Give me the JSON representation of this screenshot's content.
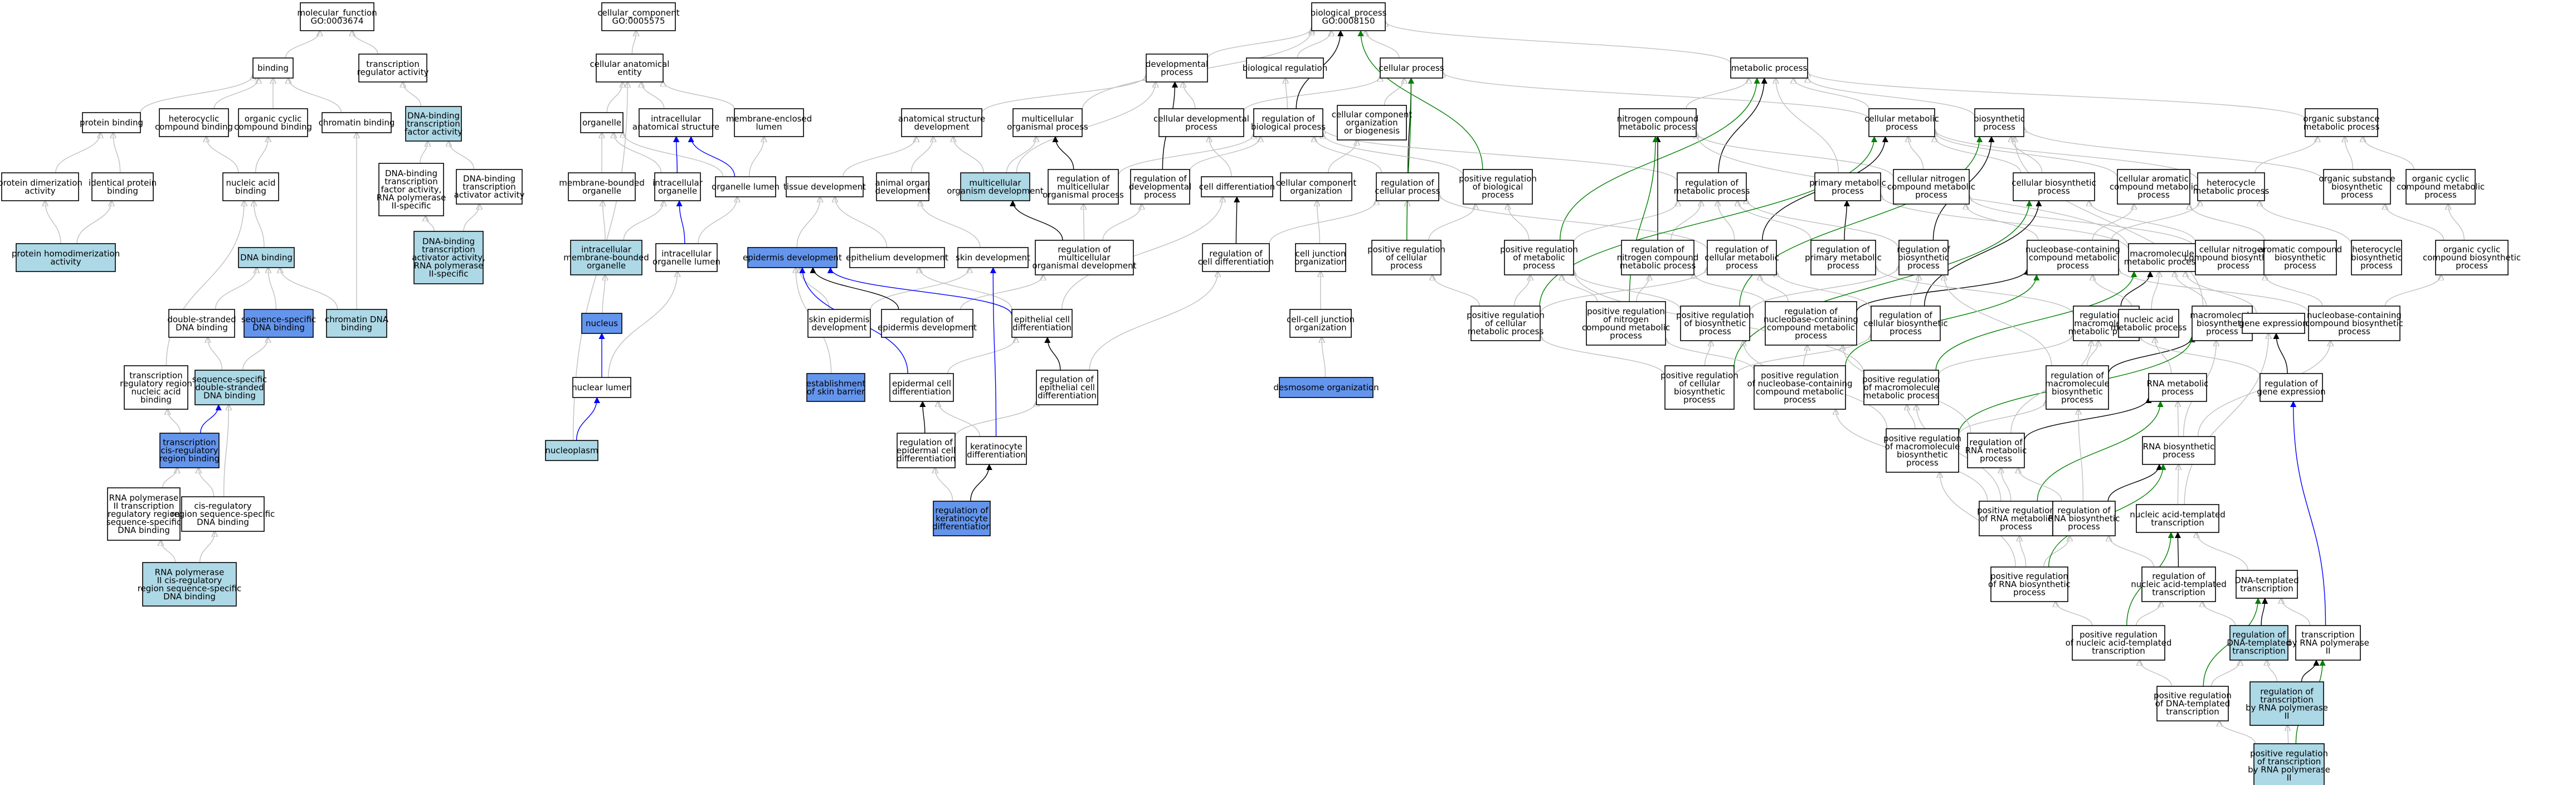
{
  "colors": {
    "plain": "#ffffff",
    "light": "#add8e6",
    "dark": "#6495ed",
    "edge_is_a": "#c0c0c0",
    "edge_part_of": "#000000",
    "edge_regulates": "#000000",
    "edge_positive": "#008000",
    "edge_blue": "#0000ff"
  },
  "nodes": [
    {
      "id": "mf",
      "lines": [
        "molecular_function",
        "GO:0003674"
      ],
      "color": "plain"
    },
    {
      "id": "bind",
      "lines": [
        "binding"
      ],
      "color": "plain"
    },
    {
      "id": "trac",
      "lines": [
        "transcription",
        "regulator activity"
      ],
      "color": "plain"
    },
    {
      "id": "prob",
      "lines": [
        "protein binding"
      ],
      "color": "plain"
    },
    {
      "id": "hetcb",
      "lines": [
        "heterocyclic",
        "compound binding"
      ],
      "color": "plain"
    },
    {
      "id": "occb",
      "lines": [
        "organic cyclic",
        "compound binding"
      ],
      "color": "plain"
    },
    {
      "id": "chrb",
      "lines": [
        "chromatin binding"
      ],
      "color": "plain"
    },
    {
      "id": "dbtf",
      "lines": [
        "DNA-binding",
        "transcription",
        "factor activity"
      ],
      "color": "light"
    },
    {
      "id": "pdim",
      "lines": [
        "protein dimerization",
        "activity"
      ],
      "color": "plain"
    },
    {
      "id": "idpb",
      "lines": [
        "identical protein",
        "binding"
      ],
      "color": "plain"
    },
    {
      "id": "nab",
      "lines": [
        "nucleic acid",
        "binding"
      ],
      "color": "plain"
    },
    {
      "id": "dbtf2",
      "lines": [
        "DNA-binding",
        "transcription",
        "factor activity,",
        "RNA polymerase",
        "II-specific"
      ],
      "color": "plain"
    },
    {
      "id": "dbtaa",
      "lines": [
        "DNA-binding",
        "transcription",
        "activator activity"
      ],
      "color": "plain"
    },
    {
      "id": "phom",
      "lines": [
        "protein homodimerization",
        "activity"
      ],
      "color": "light"
    },
    {
      "id": "dnab",
      "lines": [
        "DNA binding"
      ],
      "color": "light"
    },
    {
      "id": "ssdb",
      "lines": [
        "sequence-specific",
        "DNA binding"
      ],
      "color": "dark"
    },
    {
      "id": "chdb",
      "lines": [
        "chromatin DNA",
        "binding"
      ],
      "color": "light"
    },
    {
      "id": "dbtaa2",
      "lines": [
        "DNA-binding",
        "transcription",
        "activator activity,",
        "RNA polymerase",
        "II-specific"
      ],
      "color": "light"
    },
    {
      "id": "dsdb",
      "lines": [
        "double-stranded",
        "DNA binding"
      ],
      "color": "plain"
    },
    {
      "id": "ssdsdb",
      "lines": [
        "sequence-specific",
        "double-stranded",
        "DNA binding"
      ],
      "color": "light"
    },
    {
      "id": "trrnab",
      "lines": [
        "transcription",
        "regulatory region",
        "nucleic acid",
        "binding"
      ],
      "color": "plain"
    },
    {
      "id": "tcrrb",
      "lines": [
        "transcription",
        "cis-regulatory",
        "region binding"
      ],
      "color": "dark"
    },
    {
      "id": "rp2tr",
      "lines": [
        "RNA polymerase",
        "II transcription",
        "regulatory region",
        "sequence-specific",
        "DNA binding"
      ],
      "color": "plain"
    },
    {
      "id": "crrss",
      "lines": [
        "cis-regulatory",
        "region sequence-specific",
        "DNA binding"
      ],
      "color": "plain"
    },
    {
      "id": "rp2cis",
      "lines": [
        "RNA polymerase",
        "II cis-regulatory",
        "region sequence-specific",
        "DNA binding"
      ],
      "color": "light"
    },
    {
      "id": "cc",
      "lines": [
        "cellular_component",
        "GO:0005575"
      ],
      "color": "plain"
    },
    {
      "id": "cae",
      "lines": [
        "cellular anatomical",
        "entity"
      ],
      "color": "plain"
    },
    {
      "id": "org",
      "lines": [
        "organelle"
      ],
      "color": "plain"
    },
    {
      "id": "ias",
      "lines": [
        "intracellular",
        "anatomical structure"
      ],
      "color": "plain"
    },
    {
      "id": "mel",
      "lines": [
        "membrane-enclosed",
        "lumen"
      ],
      "color": "plain"
    },
    {
      "id": "mbo",
      "lines": [
        "membrane-bounded",
        "organelle"
      ],
      "color": "plain"
    },
    {
      "id": "io",
      "lines": [
        "intracellular",
        "organelle"
      ],
      "color": "plain"
    },
    {
      "id": "ol",
      "lines": [
        "organelle lumen"
      ],
      "color": "plain"
    },
    {
      "id": "imbo",
      "lines": [
        "intracellular",
        "membrane-bounded",
        "organelle"
      ],
      "color": "light"
    },
    {
      "id": "iol",
      "lines": [
        "intracellular",
        "organelle lumen"
      ],
      "color": "plain"
    },
    {
      "id": "nuc",
      "lines": [
        "nucleus"
      ],
      "color": "dark"
    },
    {
      "id": "nl",
      "lines": [
        "nuclear lumen"
      ],
      "color": "plain"
    },
    {
      "id": "np",
      "lines": [
        "nucleoplasm"
      ],
      "color": "light"
    },
    {
      "id": "bp",
      "lines": [
        "biological_process",
        "GO:0008150"
      ],
      "color": "plain"
    },
    {
      "id": "devp",
      "lines": [
        "developmental",
        "process"
      ],
      "color": "plain"
    },
    {
      "id": "breg",
      "lines": [
        "biological regulation"
      ],
      "color": "plain"
    },
    {
      "id": "cellp",
      "lines": [
        "cellular process"
      ],
      "color": "plain"
    },
    {
      "id": "metp",
      "lines": [
        "metabolic process"
      ],
      "color": "plain"
    },
    {
      "id": "asd",
      "lines": [
        "anatomical structure",
        "development"
      ],
      "color": "plain"
    },
    {
      "id": "mop",
      "lines": [
        "multicellular",
        "organismal process"
      ],
      "color": "plain"
    },
    {
      "id": "cdp",
      "lines": [
        "cellular developmental",
        "process"
      ],
      "color": "plain"
    },
    {
      "id": "rbp",
      "lines": [
        "regulation of",
        "biological process"
      ],
      "color": "plain"
    },
    {
      "id": "ccob",
      "lines": [
        "cellular component",
        "organization",
        "or biogenesis"
      ],
      "color": "plain"
    },
    {
      "id": "ncmp",
      "lines": [
        "nitrogen compound",
        "metabolic process"
      ],
      "color": "plain"
    },
    {
      "id": "cmp",
      "lines": [
        "cellular metabolic",
        "process"
      ],
      "color": "plain"
    },
    {
      "id": "biop",
      "lines": [
        "biosynthetic",
        "process"
      ],
      "color": "plain"
    },
    {
      "id": "osmp",
      "lines": [
        "organic substance",
        "metabolic process"
      ],
      "color": "plain"
    },
    {
      "id": "td",
      "lines": [
        "tissue development"
      ],
      "color": "plain"
    },
    {
      "id": "aod",
      "lines": [
        "animal organ",
        "development"
      ],
      "color": "plain"
    },
    {
      "id": "mod",
      "lines": [
        "multicellular",
        "organism development"
      ],
      "color": "light"
    },
    {
      "id": "rmop",
      "lines": [
        "regulation of",
        "multicellular",
        "organismal process"
      ],
      "color": "plain"
    },
    {
      "id": "rdp",
      "lines": [
        "regulation of",
        "developmental",
        "process"
      ],
      "color": "plain"
    },
    {
      "id": "cdiff",
      "lines": [
        "cell differentiation"
      ],
      "color": "plain"
    },
    {
      "id": "cco",
      "lines": [
        "cellular component",
        "organization"
      ],
      "color": "plain"
    },
    {
      "id": "rcp",
      "lines": [
        "regulation of",
        "cellular process"
      ],
      "color": "plain"
    },
    {
      "id": "prbp",
      "lines": [
        "positive regulation",
        "of biological",
        "process"
      ],
      "color": "plain"
    },
    {
      "id": "rmp",
      "lines": [
        "regulation of",
        "metabolic process"
      ],
      "color": "plain"
    },
    {
      "id": "pmp",
      "lines": [
        "primary metabolic",
        "process"
      ],
      "color": "plain"
    },
    {
      "id": "cncmp",
      "lines": [
        "cellular nitrogen",
        "compound metabolic",
        "process"
      ],
      "color": "plain"
    },
    {
      "id": "cbp",
      "lines": [
        "cellular biosynthetic",
        "process"
      ],
      "color": "plain"
    },
    {
      "id": "cacmp",
      "lines": [
        "cellular aromatic",
        "compound metabolic",
        "process"
      ],
      "color": "plain"
    },
    {
      "id": "hmp",
      "lines": [
        "heterocycle",
        "metabolic process"
      ],
      "color": "plain"
    },
    {
      "id": "osbp",
      "lines": [
        "organic substance",
        "biosynthetic",
        "process"
      ],
      "color": "plain"
    },
    {
      "id": "occmp",
      "lines": [
        "organic cyclic",
        "compound metabolic",
        "process"
      ],
      "color": "plain"
    },
    {
      "id": "ed",
      "lines": [
        "epidermis development"
      ],
      "color": "dark"
    },
    {
      "id": "epd",
      "lines": [
        "epithelium development"
      ],
      "color": "plain"
    },
    {
      "id": "skd",
      "lines": [
        "skin development"
      ],
      "color": "plain"
    },
    {
      "id": "rmod",
      "lines": [
        "regulation of",
        "multicellular",
        "organismal development"
      ],
      "color": "plain"
    },
    {
      "id": "rcd",
      "lines": [
        "regulation of",
        "cell differentiation"
      ],
      "color": "plain"
    },
    {
      "id": "cjo",
      "lines": [
        "cell junction",
        "organization"
      ],
      "color": "plain"
    },
    {
      "id": "prcp",
      "lines": [
        "positive regulation",
        "of cellular",
        "process"
      ],
      "color": "plain"
    },
    {
      "id": "prmp",
      "lines": [
        "positive regulation",
        "of metabolic",
        "process"
      ],
      "color": "plain"
    },
    {
      "id": "rncmp",
      "lines": [
        "regulation of",
        "nitrogen compound",
        "metabolic process"
      ],
      "color": "plain"
    },
    {
      "id": "rcmp",
      "lines": [
        "regulation of",
        "cellular metabolic",
        "process"
      ],
      "color": "plain"
    },
    {
      "id": "rpmp",
      "lines": [
        "regulation of",
        "primary metabolic",
        "process"
      ],
      "color": "plain"
    },
    {
      "id": "rbiop",
      "lines": [
        "regulation of",
        "biosynthetic",
        "process"
      ],
      "color": "plain"
    },
    {
      "id": "ncbmp",
      "lines": [
        "nucleobase-containing",
        "compound metabolic",
        "process"
      ],
      "color": "plain"
    },
    {
      "id": "mmp",
      "lines": [
        "macromolecule",
        "metabolic process"
      ],
      "color": "plain"
    },
    {
      "id": "cncbp",
      "lines": [
        "cellular nitrogen",
        "compound biosynthetic",
        "process"
      ],
      "color": "plain"
    },
    {
      "id": "acbp",
      "lines": [
        "aromatic compound",
        "biosynthetic",
        "process"
      ],
      "color": "plain"
    },
    {
      "id": "hbp",
      "lines": [
        "heterocycle",
        "biosynthetic",
        "process"
      ],
      "color": "plain"
    },
    {
      "id": "occbp",
      "lines": [
        "organic cyclic",
        "compound biosynthetic",
        "process"
      ],
      "color": "plain"
    },
    {
      "id": "sed",
      "lines": [
        "skin epidermis",
        "development"
      ],
      "color": "plain"
    },
    {
      "id": "red",
      "lines": [
        "regulation of",
        "epidermis development"
      ],
      "color": "plain"
    },
    {
      "id": "ecd",
      "lines": [
        "epithelial cell",
        "differentiation"
      ],
      "color": "plain"
    },
    {
      "id": "ccjo",
      "lines": [
        "cell-cell junction",
        "organization"
      ],
      "color": "plain"
    },
    {
      "id": "prcmp",
      "lines": [
        "positive regulation",
        "of cellular",
        "metabolic process"
      ],
      "color": "plain"
    },
    {
      "id": "prncmp",
      "lines": [
        "positive regulation",
        "of nitrogen",
        "compound metabolic",
        "process"
      ],
      "color": "plain"
    },
    {
      "id": "prbiop",
      "lines": [
        "positive regulation",
        "of biosynthetic",
        "process"
      ],
      "color": "plain"
    },
    {
      "id": "rncbmp",
      "lines": [
        "regulation of",
        "nucleobase-containing",
        "compound metabolic",
        "process"
      ],
      "color": "plain"
    },
    {
      "id": "rcbp",
      "lines": [
        "regulation of",
        "cellular biosynthetic",
        "process"
      ],
      "color": "plain"
    },
    {
      "id": "rmmp",
      "lines": [
        "regulation of",
        "macromolecule",
        "metabolic process"
      ],
      "color": "plain"
    },
    {
      "id": "namp",
      "lines": [
        "nucleic acid",
        "metabolic process"
      ],
      "color": "plain"
    },
    {
      "id": "mbp",
      "lines": [
        "macromolecule",
        "biosynthetic",
        "process"
      ],
      "color": "plain"
    },
    {
      "id": "ncbbp",
      "lines": [
        "nucleobase-containing",
        "compound biosynthetic",
        "process"
      ],
      "color": "plain"
    },
    {
      "id": "geneexp",
      "lines": [
        "gene expression"
      ],
      "color": "plain"
    },
    {
      "id": "esb",
      "lines": [
        "establishment",
        "of skin barrier"
      ],
      "color": "dark"
    },
    {
      "id": "edcd",
      "lines": [
        "epidermal cell",
        "differentiation"
      ],
      "color": "plain"
    },
    {
      "id": "recd",
      "lines": [
        "regulation of",
        "epithelial cell",
        "differentiation"
      ],
      "color": "plain"
    },
    {
      "id": "dso",
      "lines": [
        "desmosome organization"
      ],
      "color": "dark"
    },
    {
      "id": "prcbp",
      "lines": [
        "positive regulation",
        "of cellular",
        "biosynthetic",
        "process"
      ],
      "color": "plain"
    },
    {
      "id": "prncbmp",
      "lines": [
        "positive regulation",
        "of nucleobase-containing",
        "compound metabolic",
        "process"
      ],
      "color": "plain"
    },
    {
      "id": "prmmp",
      "lines": [
        "positive regulation",
        "of macromolecule",
        "metabolic process"
      ],
      "color": "plain"
    },
    {
      "id": "rmbp",
      "lines": [
        "regulation of",
        "macromolecule",
        "biosynthetic",
        "process"
      ],
      "color": "plain"
    },
    {
      "id": "rnamp",
      "lines": [
        "RNA metabolic",
        "process"
      ],
      "color": "plain"
    },
    {
      "id": "rge",
      "lines": [
        "regulation of",
        "gene expression"
      ],
      "color": "plain"
    },
    {
      "id": "redcd",
      "lines": [
        "regulation of",
        "epidermal cell",
        "differentiation"
      ],
      "color": "plain"
    },
    {
      "id": "kd",
      "lines": [
        "keratinocyte",
        "differentiation"
      ],
      "color": "plain"
    },
    {
      "id": "prmbp",
      "lines": [
        "positive regulation",
        "of macromolecule",
        "biosynthetic",
        "process"
      ],
      "color": "plain"
    },
    {
      "id": "rrmp",
      "lines": [
        "regulation of",
        "RNA metabolic",
        "process"
      ],
      "color": "plain"
    },
    {
      "id": "rnabp",
      "lines": [
        "RNA biosynthetic",
        "process"
      ],
      "color": "plain"
    },
    {
      "id": "rkd",
      "lines": [
        "regulation of",
        "keratinocyte",
        "differentiation"
      ],
      "color": "dark"
    },
    {
      "id": "prrmp",
      "lines": [
        "positive regulation",
        "of RNA metabolic",
        "process"
      ],
      "color": "plain"
    },
    {
      "id": "rrbp",
      "lines": [
        "regulation of",
        "RNA biosynthetic",
        "process"
      ],
      "color": "plain"
    },
    {
      "id": "natt",
      "lines": [
        "nucleic acid-templated",
        "transcription"
      ],
      "color": "plain"
    },
    {
      "id": "prrbp",
      "lines": [
        "positive regulation",
        "of RNA biosynthetic",
        "process"
      ],
      "color": "plain"
    },
    {
      "id": "rnatt",
      "lines": [
        "regulation of",
        "nucleic acid-templated",
        "transcription"
      ],
      "color": "plain"
    },
    {
      "id": "dtt",
      "lines": [
        "DNA-templated",
        "transcription"
      ],
      "color": "plain"
    },
    {
      "id": "prnatt",
      "lines": [
        "positive regulation",
        "of nucleic acid-templated",
        "transcription"
      ],
      "color": "plain"
    },
    {
      "id": "rdtt",
      "lines": [
        "regulation of",
        "DNA-templated",
        "transcription"
      ],
      "color": "light"
    },
    {
      "id": "trp2",
      "lines": [
        "transcription",
        "by RNA polymerase",
        "II"
      ],
      "color": "plain"
    },
    {
      "id": "prdtt",
      "lines": [
        "positive regulation",
        "of DNA-templated",
        "transcription"
      ],
      "color": "plain"
    },
    {
      "id": "rtrp2",
      "lines": [
        "regulation of",
        "transcription",
        "by RNA polymerase",
        "II"
      ],
      "color": "light"
    },
    {
      "id": "prtrp2",
      "lines": [
        "positive regulation",
        "of transcription",
        "by RNA polymerase",
        "II"
      ],
      "color": "light"
    }
  ]
}
